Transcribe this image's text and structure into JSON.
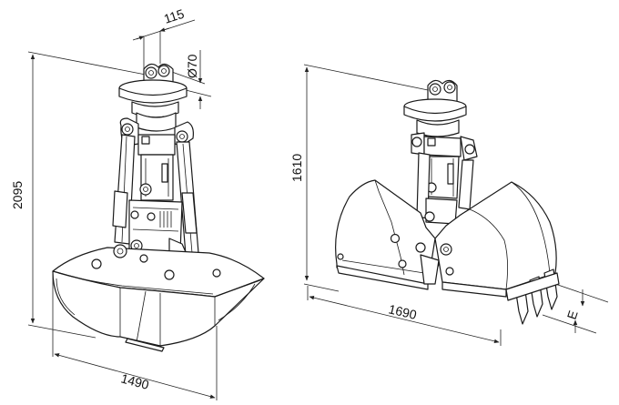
{
  "left_view": {
    "dimensions": {
      "pin_offset": "115",
      "pin_diameter": "Ø70",
      "overall_height": "2095",
      "overall_width": "1490"
    }
  },
  "right_view": {
    "dimensions": {
      "closed_height": "1610",
      "length": "1690",
      "tooth_pitch": "E"
    }
  }
}
